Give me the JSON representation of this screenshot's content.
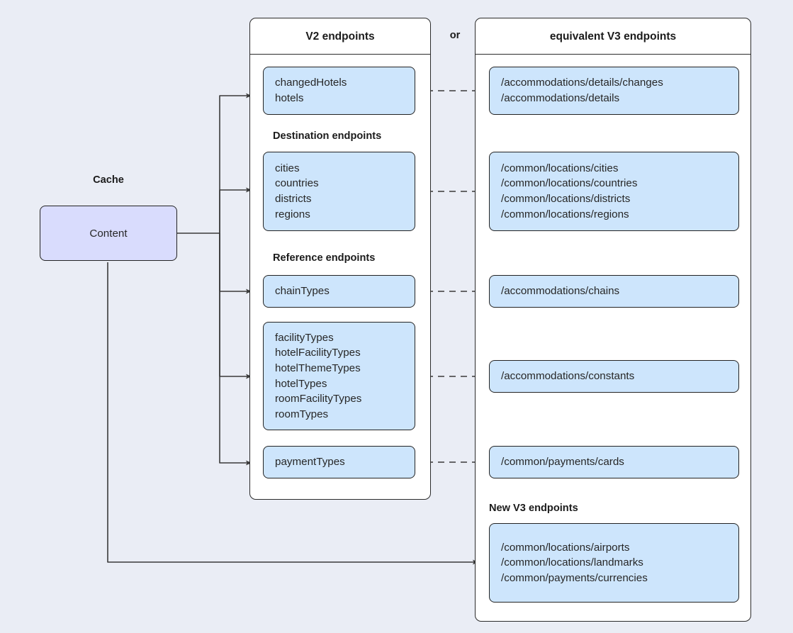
{
  "diagram": {
    "background_color": "#eaedf5",
    "node_fill_blue": "#cde5fc",
    "node_fill_lavender": "#d9dcfd",
    "stroke_color": "#232323"
  },
  "cache": {
    "title": "Cache",
    "node_label": "Content"
  },
  "connector": {
    "or_label": "or"
  },
  "v2_panel": {
    "title": "V2 endpoints",
    "section_labels": {
      "destination": "Destination endpoints",
      "reference": "Reference endpoints"
    },
    "boxes": [
      {
        "id": "hotels",
        "lines": [
          "changedHotels",
          "hotels"
        ]
      },
      {
        "id": "destinations",
        "lines": [
          "cities",
          "countries",
          "districts",
          "regions"
        ]
      },
      {
        "id": "chain-types",
        "lines": [
          "chainTypes"
        ]
      },
      {
        "id": "type-constants",
        "lines": [
          "facilityTypes",
          "hotelFacilityTypes",
          "hotelThemeTypes",
          "hotelTypes",
          "roomFacilityTypes",
          "roomTypes"
        ]
      },
      {
        "id": "payment-types",
        "lines": [
          "paymentTypes"
        ]
      }
    ]
  },
  "v3_panel": {
    "title": "equivalent V3 endpoints",
    "section_labels": {
      "new": "New V3 endpoints"
    },
    "boxes": [
      {
        "id": "accommodation-details",
        "lines": [
          "/accommodations/details/changes",
          "/accommodations/details"
        ]
      },
      {
        "id": "common-locations",
        "lines": [
          "/common/locations/cities",
          "/common/locations/countries",
          "/common/locations/districts",
          "/common/locations/regions"
        ]
      },
      {
        "id": "accommodation-chains",
        "lines": [
          "/accommodations/chains"
        ]
      },
      {
        "id": "accommodation-constants",
        "lines": [
          "/accommodations/constants"
        ]
      },
      {
        "id": "payments-cards",
        "lines": [
          "/common/payments/cards"
        ]
      },
      {
        "id": "new-v3",
        "lines": [
          "/common/locations/airports",
          "/common/locations/landmarks",
          "/common/payments/currencies"
        ]
      }
    ]
  }
}
